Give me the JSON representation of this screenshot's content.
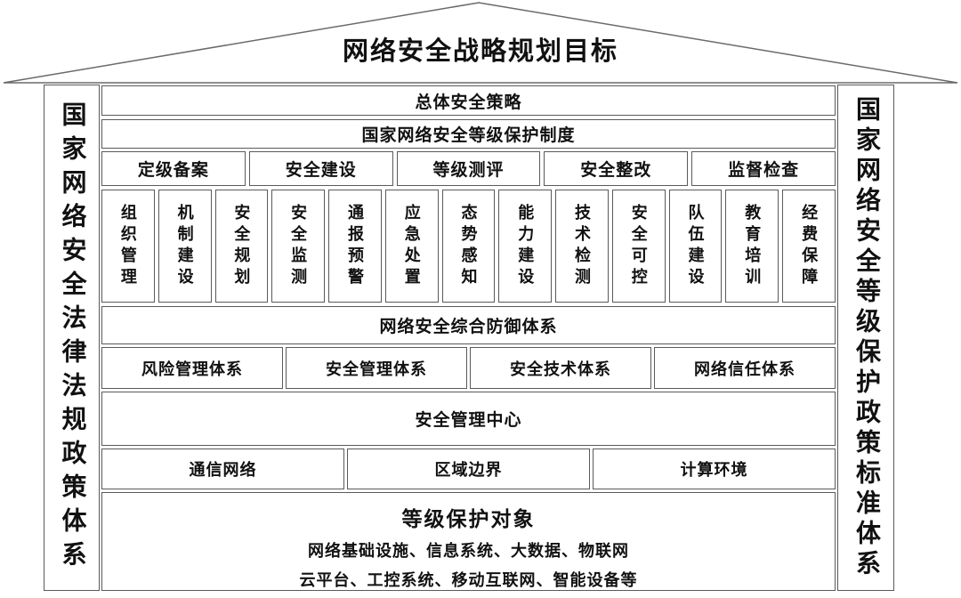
{
  "roof": {
    "title": "网络安全战略规划目标"
  },
  "pillars": {
    "left": "国家网络安全法律法规政策体系",
    "right": "国家网络安全等级保护政策标准体系"
  },
  "rows": {
    "overall_policy": "总体安全策略",
    "mlps_system": "国家网络安全等级保护制度",
    "process": [
      "定级备案",
      "安全建设",
      "等级测评",
      "安全整改",
      "监督检查"
    ],
    "measures": [
      "组织管理",
      "机制建设",
      "安全规划",
      "安全监测",
      "通报预警",
      "应急处置",
      "态势感知",
      "能力建设",
      "技术检测",
      "安全可控",
      "队伍建设",
      "教育培训",
      "经费保障"
    ],
    "defense_system": "网络安全综合防御体系",
    "systems": [
      "风险管理体系",
      "安全管理体系",
      "安全技术体系",
      "网络信任体系"
    ],
    "mgmt_center": "安全管理中心",
    "environments": [
      "通信网络",
      "区域边界",
      "计算环境"
    ],
    "protected_objects": {
      "title": "等级保护对象",
      "line1": "网络基础设施、信息系统、大数据、物联网",
      "line2": "云平台、工控系统、移动互联网、智能设备等"
    }
  },
  "colors": {
    "background": "#ffffff",
    "border": "#5a5a5a",
    "roof_border": "#6a6a6a",
    "text": "#111111"
  }
}
